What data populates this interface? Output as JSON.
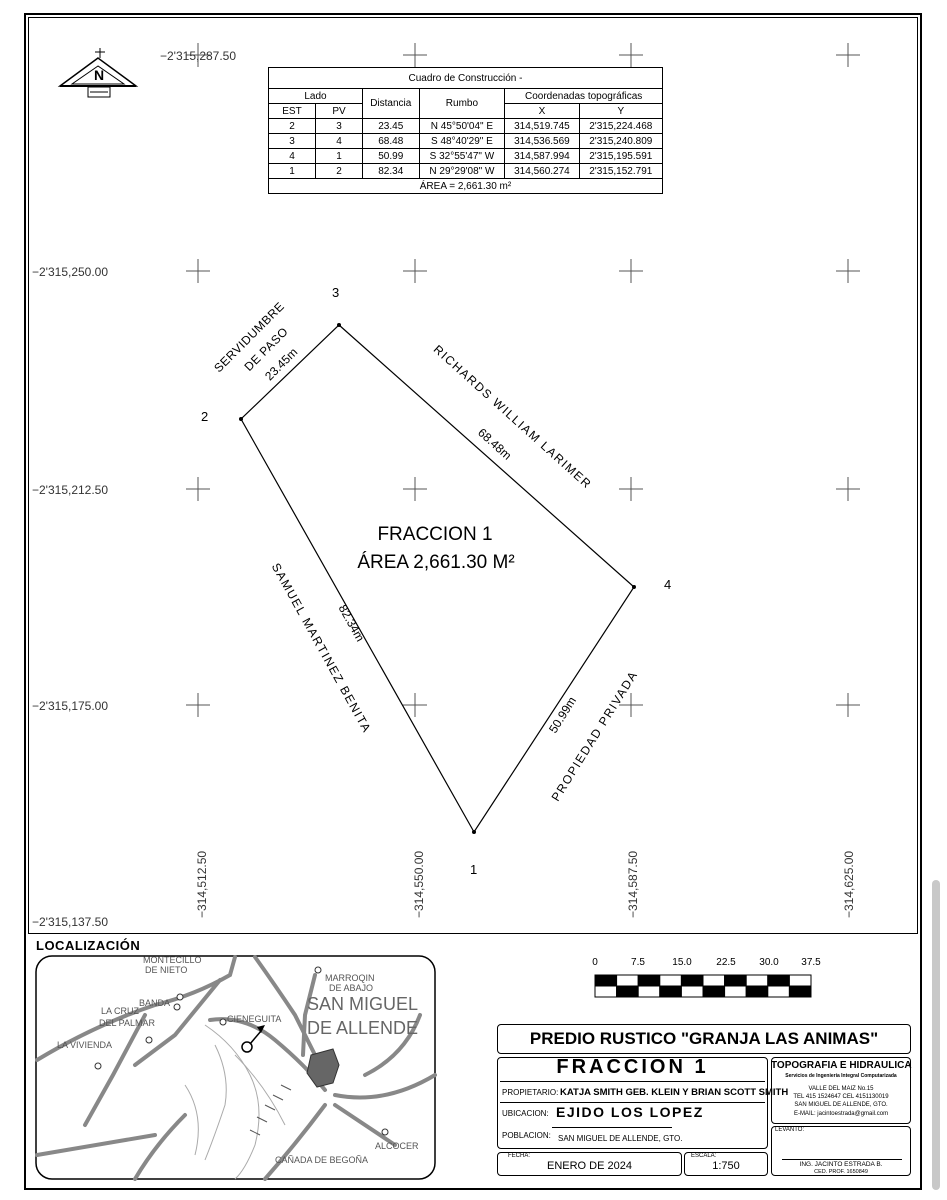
{
  "plan": {
    "north_letter": "N",
    "construction_table": {
      "title": "Cuadro de Construcción -",
      "header_lado": "Lado",
      "header_distancia": "Distancia",
      "header_rumbo": "Rumbo",
      "header_coords": "Coordenadas topográficas",
      "header_est": "EST",
      "header_pv": "PV",
      "header_x": "X",
      "header_y": "Y",
      "rows": [
        {
          "est": "2",
          "pv": "3",
          "dist": "23.45",
          "rumbo": "N 45°50'04\" E",
          "x": "314,519.745",
          "y": "2'315,224.468"
        },
        {
          "est": "3",
          "pv": "4",
          "dist": "68.48",
          "rumbo": "S 48°40'29\" E",
          "x": "314,536.569",
          "y": "2'315,240.809"
        },
        {
          "est": "4",
          "pv": "1",
          "dist": "50.99",
          "rumbo": "S 32°55'47\" W",
          "x": "314,587.994",
          "y": "2'315,195.591"
        },
        {
          "est": "1",
          "pv": "2",
          "dist": "82.34",
          "rumbo": "N 29°29'08\" W",
          "x": "314,560.274",
          "y": "2'315,152.791"
        }
      ],
      "area_row": "ÁREA = 2,661.30 m²"
    },
    "grid_y_labels": [
      "−2'315,287.50",
      "−2'315,250.00",
      "−2'315,212.50",
      "−2'315,175.00",
      "−2'315,137.50"
    ],
    "grid_x_labels": [
      "−314,512.50",
      "−314,550.00",
      "−314,587.50",
      "−314,625.00"
    ],
    "vertices": [
      "1",
      "2",
      "3",
      "4"
    ],
    "fraction_title": "FRACCION 1",
    "fraction_area": "ÁREA 2,661.30 M²",
    "side_2_3": {
      "distance": "23.45m",
      "neighbor_line1": "SERVIDUMBRE",
      "neighbor_line2": "DE PASO"
    },
    "side_3_4": {
      "distance": "68.48m",
      "neighbor": "RICHARDS WILLIAM LARIMER"
    },
    "side_4_1": {
      "distance": "50.99m",
      "neighbor": "PROPIEDAD PRIVADA"
    },
    "side_1_2": {
      "distance": "82.34m",
      "neighbor": "SAMUEL MARTINEZ BENITA"
    }
  },
  "location": {
    "heading": "LOCALIZACIÓN",
    "places": {
      "montecillo_1": "MONTECILLO",
      "montecillo_2": "DE NIETO",
      "marroqin_1": "MARROQIN",
      "marroqin_2": "DE ABAJO",
      "banda": "BANDA",
      "cruz_1": "LA CRUZ",
      "cruz_2": "DEL PALMAR",
      "cieneguita": "CIENEGUITA",
      "vivienda": "LA VIVIENDA",
      "sma_1": "SAN MIGUEL",
      "sma_2": "DE ALLENDE",
      "alcocer": "ALCOCER",
      "begona": "CAÑADA DE BEGOÑA"
    }
  },
  "scale_bar": {
    "ticks": [
      "0",
      "7.5",
      "15.0",
      "22.5",
      "30.0",
      "37.5"
    ]
  },
  "title_block": {
    "project": "PREDIO RUSTICO \"GRANJA LAS ANIMAS\"",
    "fraction": "FRACCION 1",
    "owner_label": "PROPIETARIO:",
    "owner": "KATJA SMITH GEB. KLEIN Y BRIAN SCOTT SMITH",
    "location_label": "UBICACION:",
    "location": "EJIDO LOS LOPEZ",
    "town_label": "POBLACION:",
    "town": "SAN MIGUEL DE ALLENDE, GTO.",
    "date_label": "FECHA:",
    "date": "ENERO DE 2024",
    "scale_label": "ESCALA:",
    "scale": "1:750",
    "company": "TOPOGRAFIA E HIDRAULICA",
    "company_sub": "Servicios de Ingeniería Integral Computarizada",
    "address": "VALLE DEL MAIZ No.15",
    "phones": "TEL 415 1524647   CEL 4151130019",
    "city": "SAN MIGUEL DE ALLENDE, GTO.",
    "email": "E-MAIL:  jacintoestrada@gmail.com",
    "surveyed_label": "LEVANTO:",
    "engineer": "ING. JACINTO ESTRADA B.",
    "license": "CED. PROF. 1650849"
  }
}
